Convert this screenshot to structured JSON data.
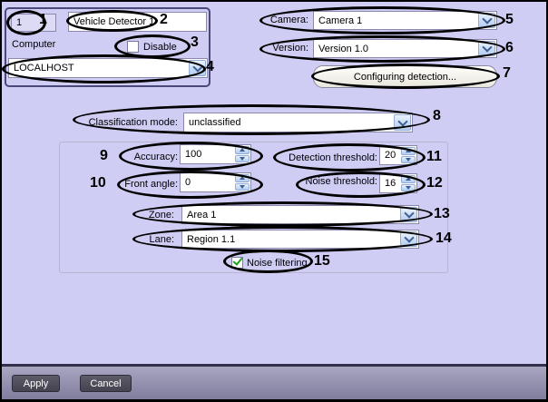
{
  "identity": {
    "id_value": "1",
    "name_value": "Vehicle Detector 1",
    "computer_label": "Computer",
    "disable_label": "Disable",
    "computer_value": "LOCALHOST"
  },
  "camera": {
    "label": "Camera:",
    "value": "Camera 1"
  },
  "version": {
    "label": "Version:",
    "value": "Version 1.0"
  },
  "configure_button_label": "Configuring detection...",
  "classification": {
    "label": "Classification mode:",
    "value": "unclassified"
  },
  "params": {
    "accuracy_label": "Accuracy:",
    "accuracy_value": "100",
    "front_angle_label": "Front angle:",
    "front_angle_value": "0",
    "detection_label": "Detection threshold:",
    "detection_value": "20",
    "noise_label": "Noise threshold:",
    "noise_value": "16"
  },
  "zone": {
    "label": "Zone:",
    "value": "Area 1"
  },
  "lane": {
    "label": "Lane:",
    "value": "Region 1.1"
  },
  "noise_filtering": {
    "label": "Noise filtering",
    "checked": true
  },
  "footer": {
    "apply_label": "Apply",
    "cancel_label": "Cancel"
  },
  "annotations": {
    "n1": "1",
    "n2": "2",
    "n3": "3",
    "n4": "4",
    "n5": "5",
    "n6": "6",
    "n7": "7",
    "n8": "8",
    "n9": "9",
    "n10": "10",
    "n11": "11",
    "n12": "12",
    "n13": "13",
    "n14": "14",
    "n15": "15"
  },
  "colors": {
    "panel_bg": "#cfcdf3",
    "group_border_dark": "#4b4979",
    "group_border_light": "#b7b5d2",
    "input_border": "#8a88ad",
    "combo_button_blue": "#b2ccf0",
    "chevron_blue": "#3f5f94",
    "check_green": "#1aa41a",
    "footer_bar": "#8f8cab",
    "footer_button": "#4d4b57",
    "annotation": "#000000"
  }
}
